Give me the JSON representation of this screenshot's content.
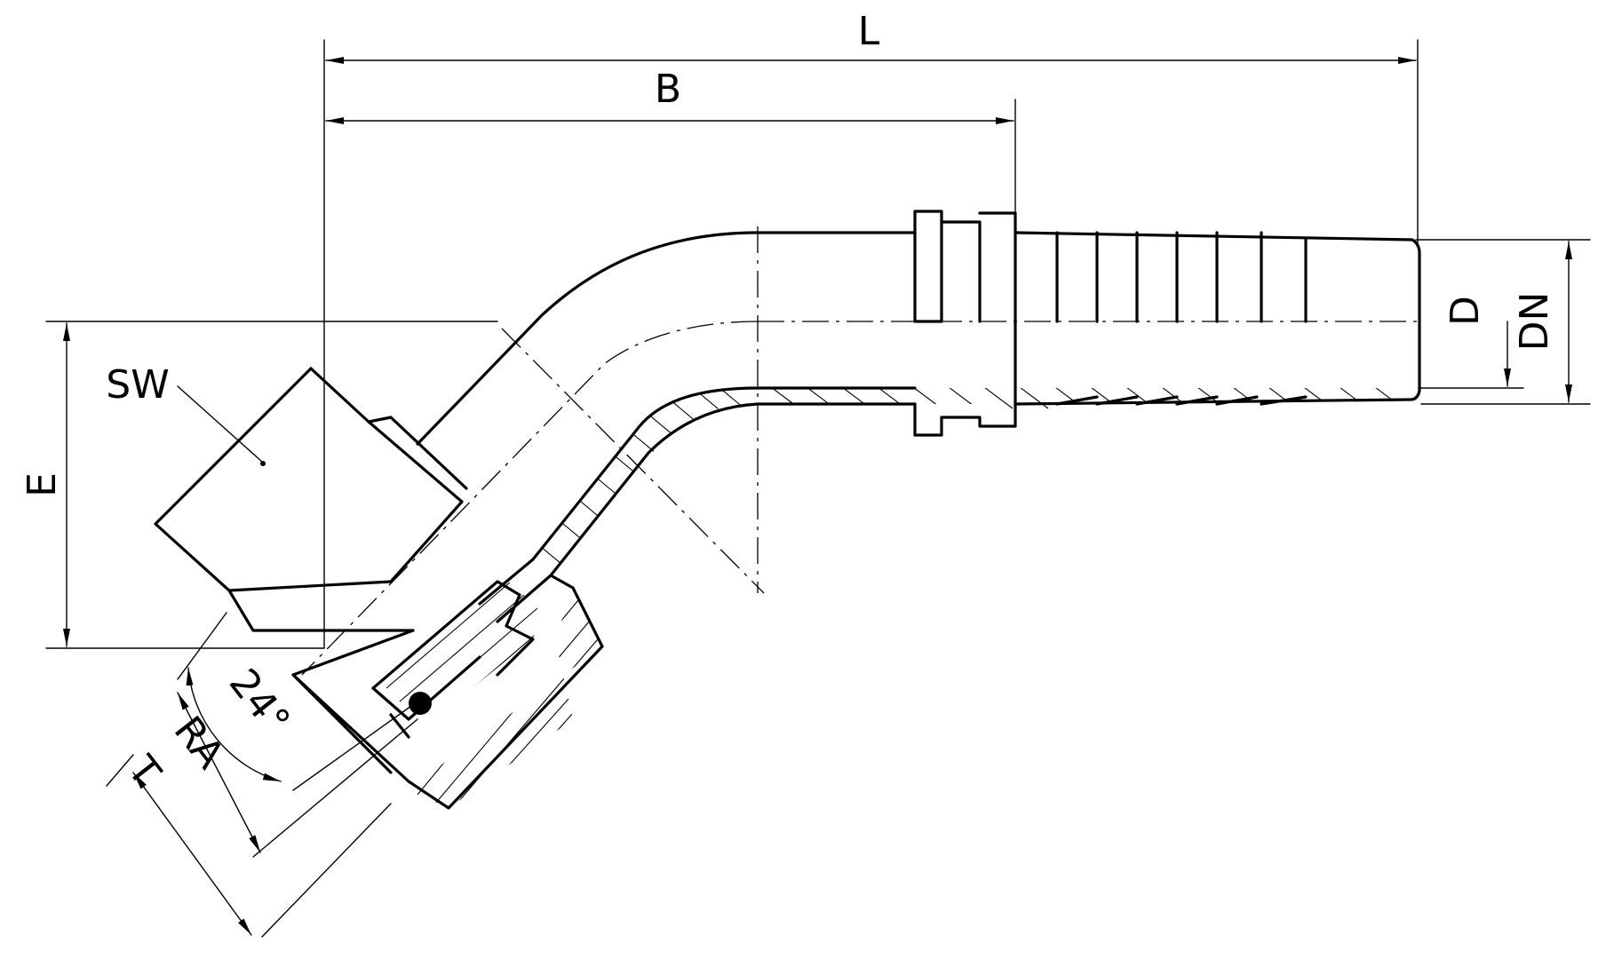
{
  "labels": {
    "L": "L",
    "B": "B",
    "SW": "SW",
    "E": "E",
    "D": "D",
    "DN": "DN",
    "angle": "24°",
    "RA": "RA",
    "T": "T"
  },
  "colors": {
    "stroke": "#000000",
    "background": "#ffffff"
  }
}
